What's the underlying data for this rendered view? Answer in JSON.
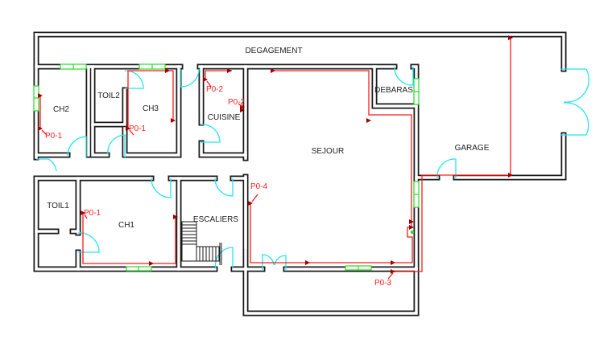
{
  "plan": {
    "rooms": {
      "degagement": "DEGAGEMENT",
      "ch2": "CH2",
      "toil2": "TOIL2",
      "ch3": "CH3",
      "cuisine": "CUISINE",
      "sejour": "SEJOUR",
      "debaras": "DEBARAS",
      "garage": "GARAGE",
      "toil1": "TOIL1",
      "ch1": "CH1",
      "escaliers": "ESCALIERS"
    },
    "circuits": {
      "ch2": "P0-1",
      "ch3": "P0-1",
      "ch1": "P0-1",
      "cuisine_a": "P0-2",
      "cuisine_b": "P0-2",
      "sejour": "P0-4",
      "garage": "P0-3"
    },
    "colors": {
      "wall": "#1a1a1a",
      "wiring": "#ff1a1a",
      "door": "#22e5f0",
      "window": "#22dd22"
    }
  }
}
